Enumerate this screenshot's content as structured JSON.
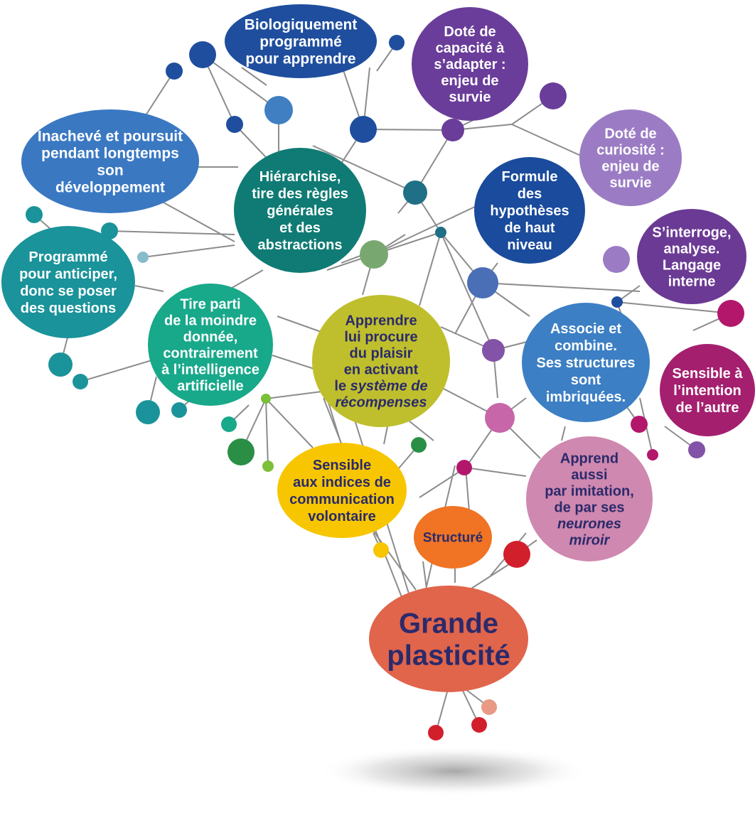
{
  "bubbles": [
    {
      "id": "biologiquement",
      "lines": [
        "Biologiquement",
        "programmé",
        "pour apprendre"
      ],
      "fill": "#1f4e9e",
      "text_color": "#ffffff"
    },
    {
      "id": "dote-adapter",
      "lines": [
        "Doté de",
        "capacité à",
        "s’adapter :",
        "enjeu de",
        "survie"
      ],
      "fill": "#6a3d9a",
      "text_color": "#ffffff"
    },
    {
      "id": "inacheve",
      "lines": [
        "Inachevé et poursuit",
        "pendant longtemps",
        "son",
        "développement"
      ],
      "fill": "#3a78c2",
      "text_color": "#ffffff"
    },
    {
      "id": "dote-curiosite",
      "lines": [
        "Doté de",
        "curiosité :",
        "enjeu de",
        "survie"
      ],
      "fill": "#9b7cc4",
      "text_color": "#ffffff"
    },
    {
      "id": "hierarchise",
      "lines": [
        "Hiérarchise,",
        "tire des règles",
        "générales",
        "et des",
        "abstractions"
      ],
      "fill": "#0f7b74",
      "text_color": "#ffffff"
    },
    {
      "id": "formule",
      "lines": [
        "Formule",
        "des",
        "hypothèses",
        "de haut",
        "niveau"
      ],
      "fill": "#1a4b9c",
      "text_color": "#ffffff"
    },
    {
      "id": "interroge",
      "lines": [
        "S’interroge,",
        "analyse.",
        "Langage",
        "interne"
      ],
      "fill": "#6b3a94",
      "text_color": "#ffffff"
    },
    {
      "id": "programme-anticiper",
      "lines": [
        "Programmé",
        "pour anticiper,",
        "donc se poser",
        "des questions"
      ],
      "fill": "#1a939a",
      "text_color": "#ffffff"
    },
    {
      "id": "tire-parti",
      "lines": [
        "Tire parti",
        "de la moindre",
        "donnée,",
        "contrairement",
        "à l’intelligence",
        "artificielle"
      ],
      "fill": "#18a88a",
      "text_color": "#ffffff"
    },
    {
      "id": "apprendre",
      "lines": [
        "Apprendre",
        "lui procure",
        "du plaisir",
        "en activant",
        "le |système de",
        "|récompenses"
      ],
      "fill": "#bfbf2e",
      "text_color": "#2b2a6b"
    },
    {
      "id": "associe",
      "lines": [
        "Associe et",
        "combine.",
        "Ses structures",
        "sont",
        "imbriquées."
      ],
      "fill": "#3c7fc4",
      "text_color": "#ffffff"
    },
    {
      "id": "sensible-intention",
      "lines": [
        "Sensible à",
        "l’intention",
        "de l’autre"
      ],
      "fill": "#a51f6f",
      "text_color": "#ffffff"
    },
    {
      "id": "sensible-indices",
      "lines": [
        "Sensible",
        "aux indices de",
        "communication",
        "volontaire"
      ],
      "fill": "#f7c600",
      "text_color": "#2b2a6b"
    },
    {
      "id": "structure",
      "lines": [
        "Structuré"
      ],
      "fill": "#f07424",
      "text_color": "#2b2a6b"
    },
    {
      "id": "imitation",
      "lines": [
        "Apprend",
        "aussi",
        "par imitation,",
        "de par ses",
        "|neurones",
        "|miroir"
      ],
      "fill": "#cf88af",
      "text_color": "#2b2a6b"
    },
    {
      "id": "grande-plasticite",
      "lines": [
        "Grande",
        "plasticité"
      ],
      "fill": "#e0654b",
      "text_color": "#2b2a6b"
    }
  ],
  "node_colors": [
    "#1f4e9e",
    "#3f7fc2",
    "#6a3d9a",
    "#9b7cc4",
    "#1f6f86",
    "#0f7b74",
    "#78a86f",
    "#1a939a",
    "#87bccb",
    "#18a88a",
    "#2a8f45",
    "#7bbf3a",
    "#4a6fb7",
    "#8253a6",
    "#c766a8",
    "#b2176c",
    "#a51f6f",
    "#f7c600",
    "#d21f2c",
    "#e89a85"
  ]
}
